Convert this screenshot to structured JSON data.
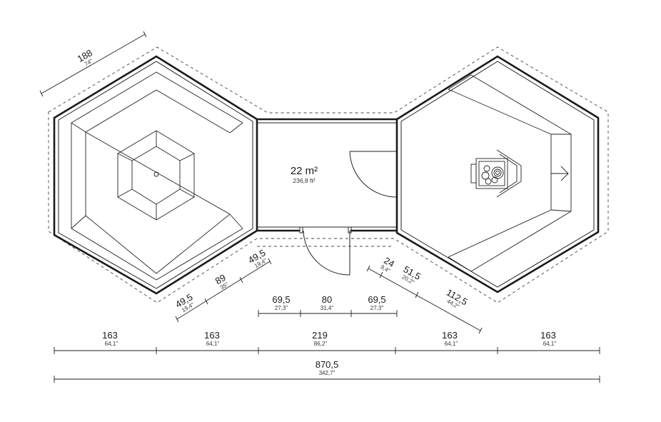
{
  "room": {
    "area": "22 m²",
    "area_imperial": "236,8 ft²"
  },
  "dimensions": {
    "left_side": {
      "value": "188",
      "imperial": "74\""
    },
    "bottom_left_1": {
      "value": "49,5",
      "imperial": "19,4\""
    },
    "bottom_left_2": {
      "value": "89",
      "imperial": "35\""
    },
    "bottom_left_3": {
      "value": "49,5",
      "imperial": "19,4\""
    },
    "door_left": {
      "value": "69,5",
      "imperial": "27,3\""
    },
    "door_mid": {
      "value": "80",
      "imperial": "31,4\""
    },
    "door_right": {
      "value": "69,5",
      "imperial": "27,3\""
    },
    "right_diag_1": {
      "value": "24",
      "imperial": "9,4\""
    },
    "right_diag_2": {
      "value": "51,5",
      "imperial": "20,2\""
    },
    "right_diag_3": {
      "value": "112,5",
      "imperial": "44,2\""
    },
    "total_seg_1": {
      "value": "163",
      "imperial": "64,1\""
    },
    "total_seg_2": {
      "value": "163",
      "imperial": "64,1\""
    },
    "total_seg_3": {
      "value": "219",
      "imperial": "86,2\""
    },
    "total_seg_4": {
      "value": "163",
      "imperial": "64,1\""
    },
    "total_seg_5": {
      "value": "163",
      "imperial": "64,1\""
    },
    "overall": {
      "value": "870,5",
      "imperial": "342,7\""
    }
  }
}
